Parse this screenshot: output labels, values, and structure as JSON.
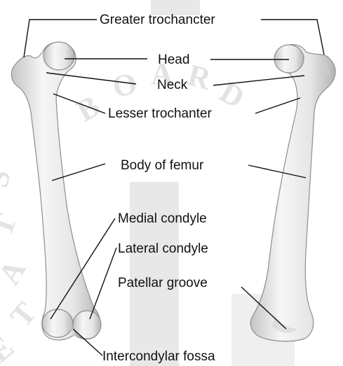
{
  "labels": {
    "greater_trochanter": "Greater trochancter",
    "head": "Head",
    "neck": "Neck",
    "lesser_trochanter": "Lesser trochanter",
    "body_of_femur": "Body of femur",
    "medial_condyle": "Medial condyle",
    "lateral_condyle": "Lateral condyle",
    "patellar_groove": "Patellar groove",
    "intercondylar_fossa": "Intercondylar fossa"
  },
  "watermark": {
    "letters": [
      "B",
      "O",
      "A",
      "R",
      "D",
      "S",
      "T",
      "A",
      "T",
      "E"
    ]
  },
  "colors": {
    "bone_light": "#f7f7f7",
    "bone_dark": "#bdbdbd",
    "watermark": "#e3e3e3",
    "text": "#111111"
  }
}
